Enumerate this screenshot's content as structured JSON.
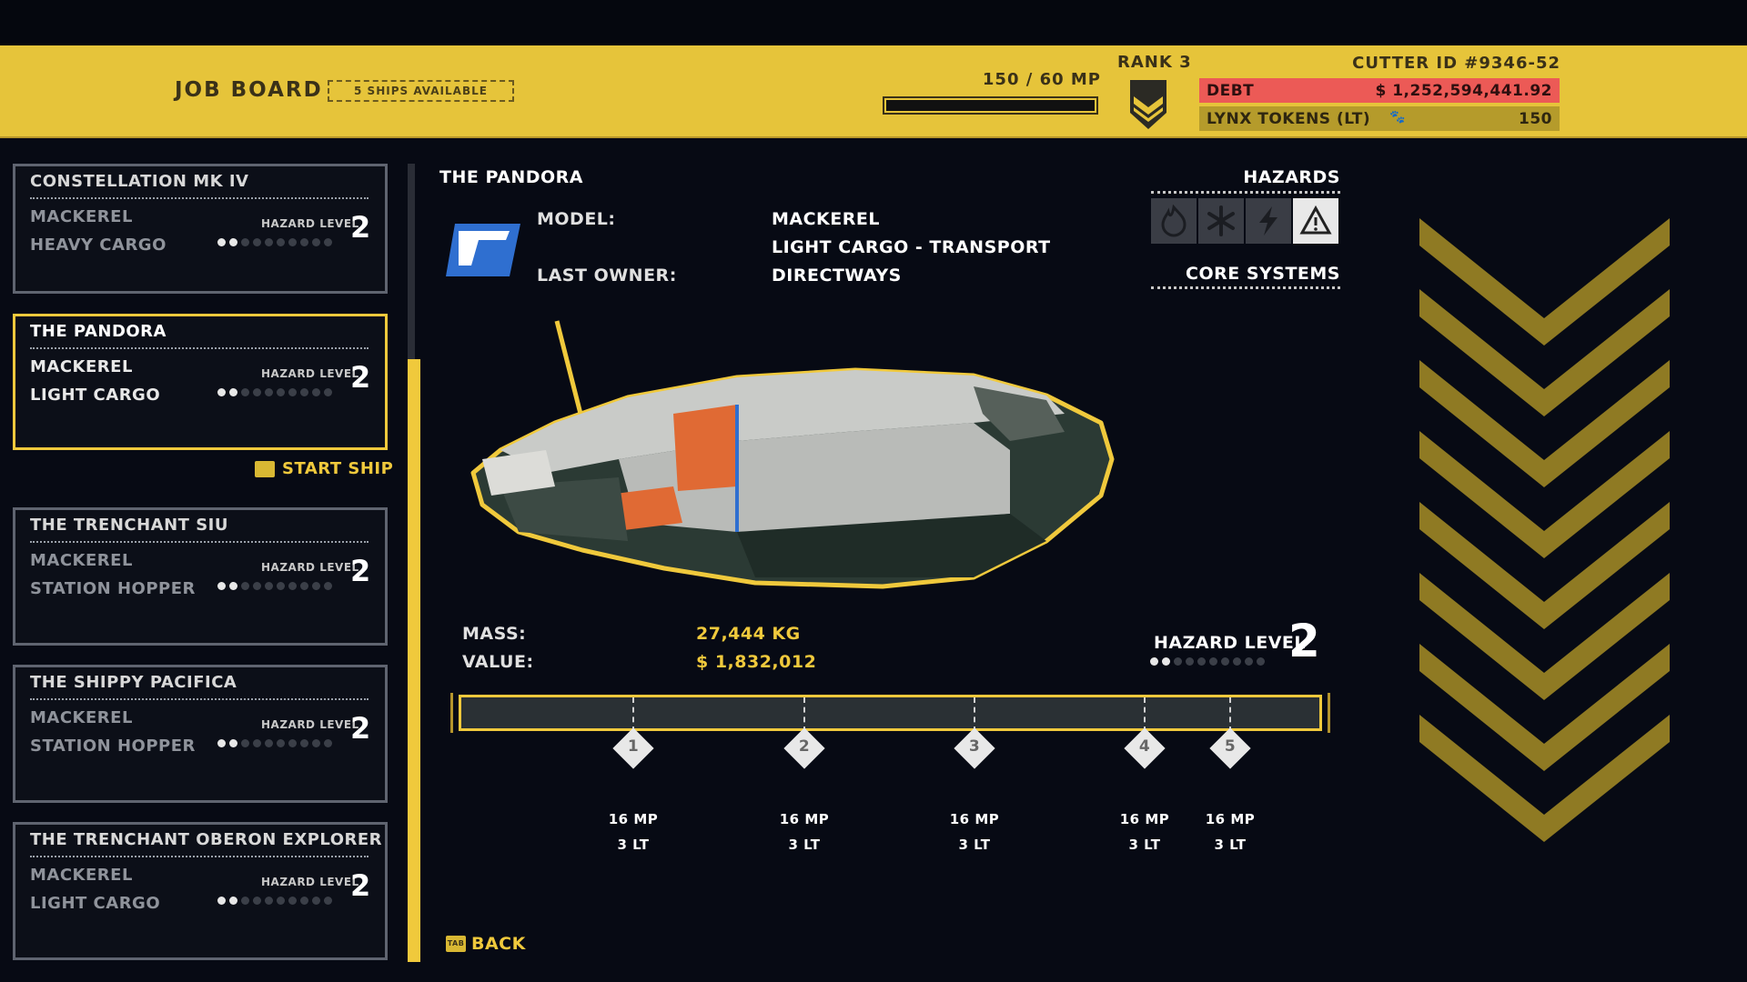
{
  "header": {
    "title": "JOB BOARD",
    "ships_available": "5 SHIPS AVAILABLE",
    "mp": "150 / 60 MP",
    "rank": "RANK 3",
    "cutter_id": "CUTTER ID  #9346-52",
    "debt_label": "DEBT",
    "debt_value": "$ 1,252,594,441.92",
    "lt_label": "LYNX TOKENS (LT)",
    "lt_value": "150"
  },
  "ships": [
    {
      "name": "CONSTELLATION MK IV",
      "model": "MACKEREL",
      "type": "HEAVY CARGO",
      "hazard_label": "HAZARD LEVEL",
      "hazard_level": "2"
    },
    {
      "name": "THE PANDORA",
      "model": "MACKEREL",
      "type": "LIGHT CARGO",
      "hazard_label": "HAZARD LEVEL",
      "hazard_level": "2"
    },
    {
      "name": "THE TRENCHANT SIU",
      "model": "MACKEREL",
      "type": "STATION HOPPER",
      "hazard_label": "HAZARD LEVEL",
      "hazard_level": "2"
    },
    {
      "name": "THE SHIPPY PACIFICA",
      "model": "MACKEREL",
      "type": "STATION HOPPER",
      "hazard_label": "HAZARD LEVEL",
      "hazard_level": "2"
    },
    {
      "name": "THE TRENCHANT OBERON EXPLORER",
      "model": "MACKEREL",
      "type": "LIGHT CARGO",
      "hazard_label": "HAZARD LEVEL",
      "hazard_level": "2"
    }
  ],
  "start_ship_label": "START SHIP",
  "detail": {
    "title": "THE PANDORA",
    "model_label": "MODEL:",
    "model_value": "MACKEREL",
    "type_value": "LIGHT CARGO - TRANSPORT",
    "owner_label": "LAST OWNER:",
    "owner_value": "DIRECTWAYS",
    "hazards_title": "HAZARDS",
    "core_systems_title": "CORE SYSTEMS",
    "hazard_icons": [
      "fire-icon",
      "cold-icon",
      "electric-icon",
      "warning-icon"
    ],
    "mass_label": "MASS:",
    "mass_value": "27,444 KG",
    "value_label": "VALUE:",
    "value_value": "$ 1,832,012",
    "hazard_level_label": "HAZARD LEVEL",
    "hazard_level": "2"
  },
  "milestones": [
    {
      "num": "1",
      "mp": "16 MP",
      "lt": "3 LT"
    },
    {
      "num": "2",
      "mp": "16 MP",
      "lt": "3 LT"
    },
    {
      "num": "3",
      "mp": "16 MP",
      "lt": "3 LT"
    },
    {
      "num": "4",
      "mp": "16 MP",
      "lt": "3 LT"
    },
    {
      "num": "5",
      "mp": "16 MP",
      "lt": "3 LT"
    }
  ],
  "back_label": "BACK",
  "keycaps": {
    "start": "",
    "back": "TAB"
  },
  "colors": {
    "accent": "#f0c93c",
    "header": "#e6c43a",
    "debt": "#ec5a56"
  }
}
